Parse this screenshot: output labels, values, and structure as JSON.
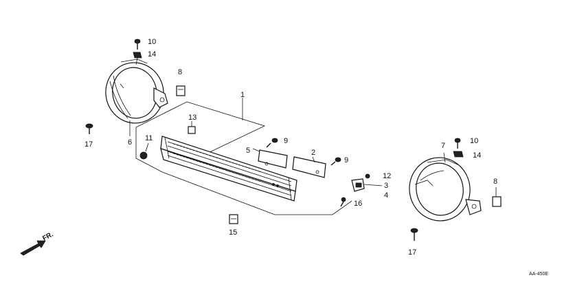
{
  "diagram": {
    "callouts": [
      {
        "id": "c10a",
        "text": "10"
      },
      {
        "id": "c14a",
        "text": "14"
      },
      {
        "id": "c8a",
        "text": "8"
      },
      {
        "id": "c1",
        "text": "1"
      },
      {
        "id": "c17a",
        "text": "17"
      },
      {
        "id": "c6",
        "text": "6"
      },
      {
        "id": "c13",
        "text": "13"
      },
      {
        "id": "c11",
        "text": "11"
      },
      {
        "id": "c9a",
        "text": "9"
      },
      {
        "id": "c5",
        "text": "5"
      },
      {
        "id": "c2",
        "text": "2"
      },
      {
        "id": "c9b",
        "text": "9"
      },
      {
        "id": "c12",
        "text": "12"
      },
      {
        "id": "c3",
        "text": "3"
      },
      {
        "id": "c4",
        "text": "4"
      },
      {
        "id": "c16",
        "text": "16"
      },
      {
        "id": "c15",
        "text": "15"
      },
      {
        "id": "c7",
        "text": "7"
      },
      {
        "id": "c10b",
        "text": "10"
      },
      {
        "id": "c14b",
        "text": "14"
      },
      {
        "id": "c8b",
        "text": "8"
      },
      {
        "id": "c17b",
        "text": "17"
      }
    ],
    "direction_label": "FR.",
    "diagram_code": "AA-450E"
  }
}
